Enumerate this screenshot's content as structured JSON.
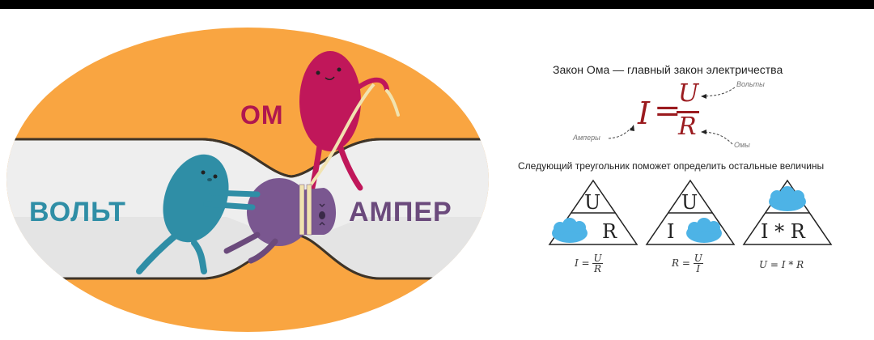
{
  "illustration": {
    "words": {
      "volt": "ВОЛЬТ",
      "amper": "АМПЕР",
      "om": "ОМ"
    },
    "colors": {
      "orange": "#f9a541",
      "band": "#eeeeee",
      "band_lower": "#e4e4e4",
      "volt": "#2f8ea6",
      "amper": "#6b4a7c",
      "om": "#b0174f",
      "outline": "#3e3428",
      "rope": "#f1e3b0"
    }
  },
  "ohms_law": {
    "title": "Закон Ома — главный закон электричества",
    "formula": {
      "lhs": "I",
      "eq": "=",
      "numerator": "U",
      "denominator": "R"
    },
    "annotations": {
      "numerator": "Вольты",
      "lhs": "Амперы",
      "denominator": "Омы"
    },
    "formula_color": "#9b1b1f"
  },
  "triangles": {
    "title": "Следующий треугольник поможет определить остальные величины",
    "cloud_color": "#4db3e6",
    "items": [
      {
        "top": "U",
        "bottom_left": "",
        "bottom_right": "R",
        "hidden": "I",
        "formula_lhs": "I =",
        "formula_num": "U",
        "formula_den": "R"
      },
      {
        "top": "U",
        "bottom_left": "I",
        "bottom_right": "",
        "hidden": "R",
        "formula_lhs": "R =",
        "formula_num": "U",
        "formula_den": "I"
      },
      {
        "top": "",
        "bottom": "I * R",
        "hidden": "U",
        "formula": "U = I * R"
      }
    ]
  }
}
